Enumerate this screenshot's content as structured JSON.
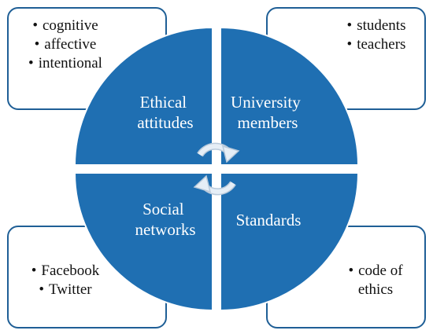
{
  "quadrants": {
    "top_left": {
      "line1": "Ethical",
      "line2": "attitudes"
    },
    "top_right": {
      "line1": "University",
      "line2": "members"
    },
    "bottom_left": {
      "line1": "Social",
      "line2": "networks"
    },
    "bottom_right": {
      "line1": "Standards"
    }
  },
  "boxes": {
    "top_left": {
      "items": [
        "cognitive",
        "affective",
        "intentional"
      ]
    },
    "top_right": {
      "items": [
        "students",
        "teachers"
      ]
    },
    "bottom_left": {
      "items": [
        "Facebook",
        "Twitter"
      ]
    },
    "bottom_right": {
      "items": [
        "code of",
        "ethics"
      ]
    }
  },
  "colors": {
    "quadrant_fill": "#1f6fb2",
    "box_border": "#1f5f96",
    "arrow_fill": "#dbe6f0"
  },
  "icons": {
    "center": "cycle-arrows-icon"
  }
}
